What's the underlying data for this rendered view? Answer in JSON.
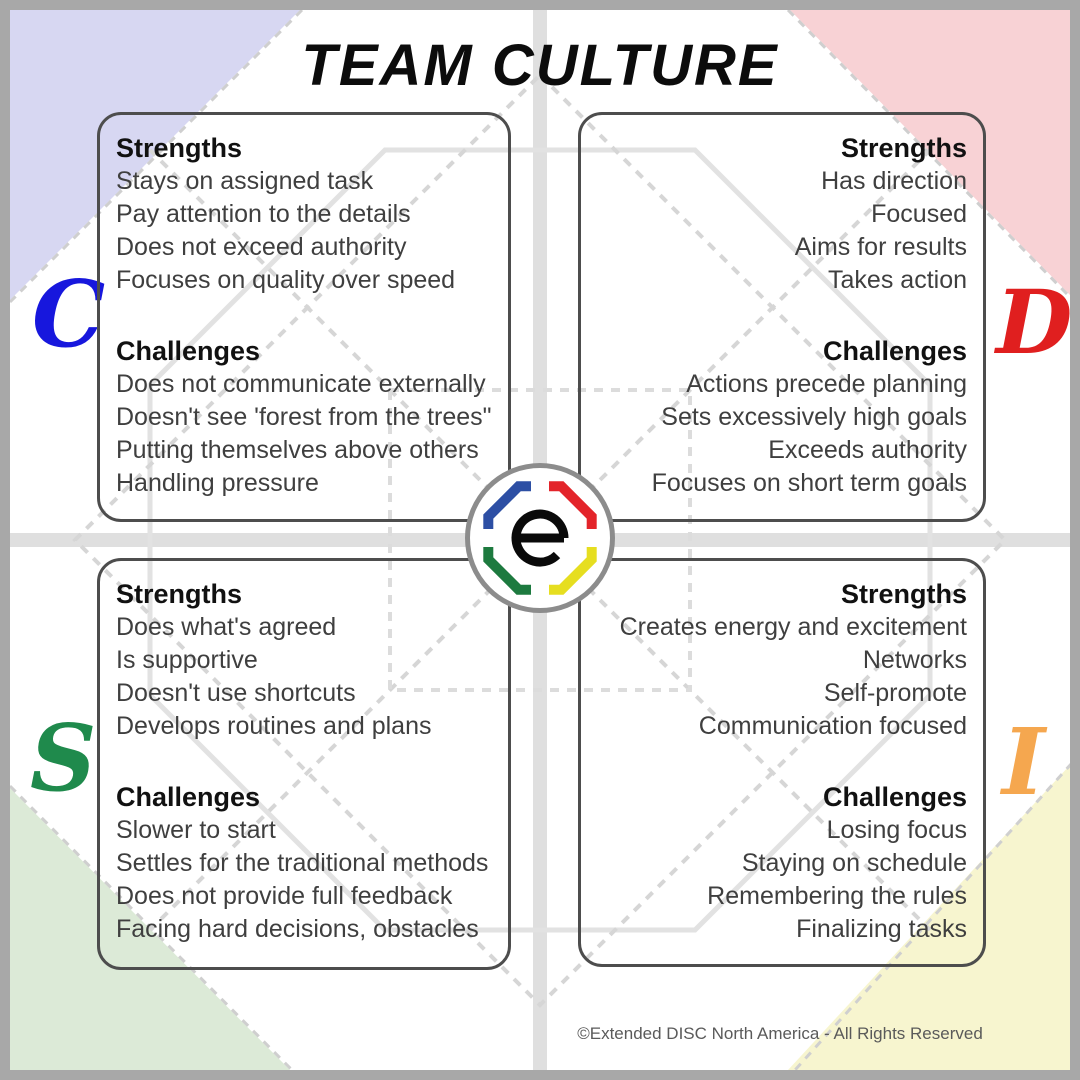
{
  "title": "TEAM CULTURE",
  "quadrants": [
    {
      "id": "C",
      "letter": "C",
      "letter_color": "#1717dd",
      "corner_color": "#d7d7f2",
      "position": "top-left",
      "strengths_label": "Strengths",
      "strengths": [
        "Stays on assigned task",
        "Pay attention to the details",
        "Does not exceed authority",
        "Focuses on quality over speed"
      ],
      "challenges_label": "Challenges",
      "challenges": [
        "Does not communicate externally",
        "Doesn't see 'forest from the trees\"",
        "Putting themselves above others",
        "Handling pressure"
      ]
    },
    {
      "id": "D",
      "letter": "D",
      "letter_color": "#e01f1f",
      "corner_color": "#f8d2d5",
      "position": "top-right",
      "strengths_label": "Strengths",
      "strengths": [
        "Has direction",
        "Focused",
        "Aims for results",
        "Takes action"
      ],
      "challenges_label": "Challenges",
      "challenges": [
        "Actions precede planning",
        "Sets excessively high goals",
        "Exceeds authority",
        "Focuses on short term goals"
      ]
    },
    {
      "id": "S",
      "letter": "S",
      "letter_color": "#1f8a4c",
      "corner_color": "#dcead7",
      "position": "bottom-left",
      "strengths_label": "Strengths",
      "strengths": [
        "Does what's agreed",
        "Is supportive",
        "Doesn't use shortcuts",
        "Develops routines and plans"
      ],
      "challenges_label": "Challenges",
      "challenges": [
        "Slower to start",
        "Settles for the traditional methods",
        "Does not provide full feedback",
        "Facing hard decisions, obstacles"
      ]
    },
    {
      "id": "I",
      "letter": "I",
      "letter_color": "#f5a74f",
      "corner_color": "#f7f5cf",
      "position": "bottom-right",
      "strengths_label": "Strengths",
      "strengths": [
        "Creates energy and excitement",
        "Networks",
        "Self-promote",
        "Communication focused"
      ],
      "challenges_label": "Challenges",
      "challenges": [
        "Losing focus",
        "Staying on schedule",
        "Remembering the rules",
        "Finalizing tasks"
      ]
    }
  ],
  "logo": {
    "letter": "e",
    "octagon_colors": {
      "blue": "#2d4fa4",
      "red": "#e3242a",
      "green": "#1d7a3f",
      "yellow": "#e6de20"
    },
    "ring_color": "#8c8c8c"
  },
  "footer": "©Extended DISC North America - All Rights Reserved"
}
